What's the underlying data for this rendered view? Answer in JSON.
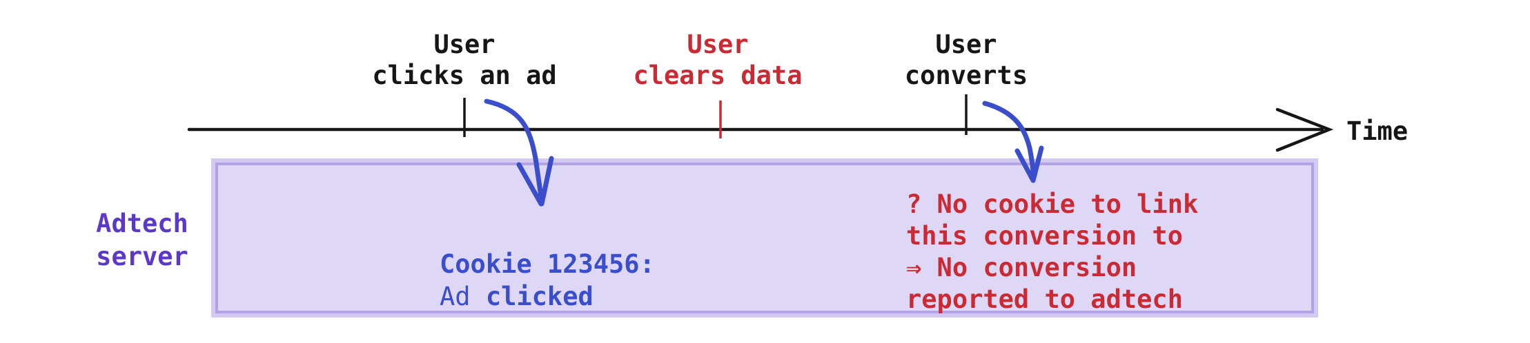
{
  "colors": {
    "black": "#161616",
    "red": "#c92a33",
    "blue": "#3a4ecb",
    "purple": "#5b38c9",
    "box-fill": "#ded7f6",
    "box-border": "#b3a2e6",
    "box-halo": "#d4c9f3",
    "bg": "#ffffff"
  },
  "timeline": {
    "axis_label": "Time",
    "events": [
      {
        "label": "User\nclicks an ad",
        "color": "black"
      },
      {
        "label": "User\nclears data",
        "color": "red"
      },
      {
        "label": "User\nconverts",
        "color": "black"
      }
    ]
  },
  "lane": {
    "label": "Adtech\nserver"
  },
  "annotations": {
    "cookie": {
      "line1": "Cookie 123456:",
      "line2_normal": "Ad ",
      "line2_bold": "clicked"
    },
    "no_conversion": "? No cookie to link\nthis conversion to\n⇒ No conversion\nreported to adtech"
  }
}
